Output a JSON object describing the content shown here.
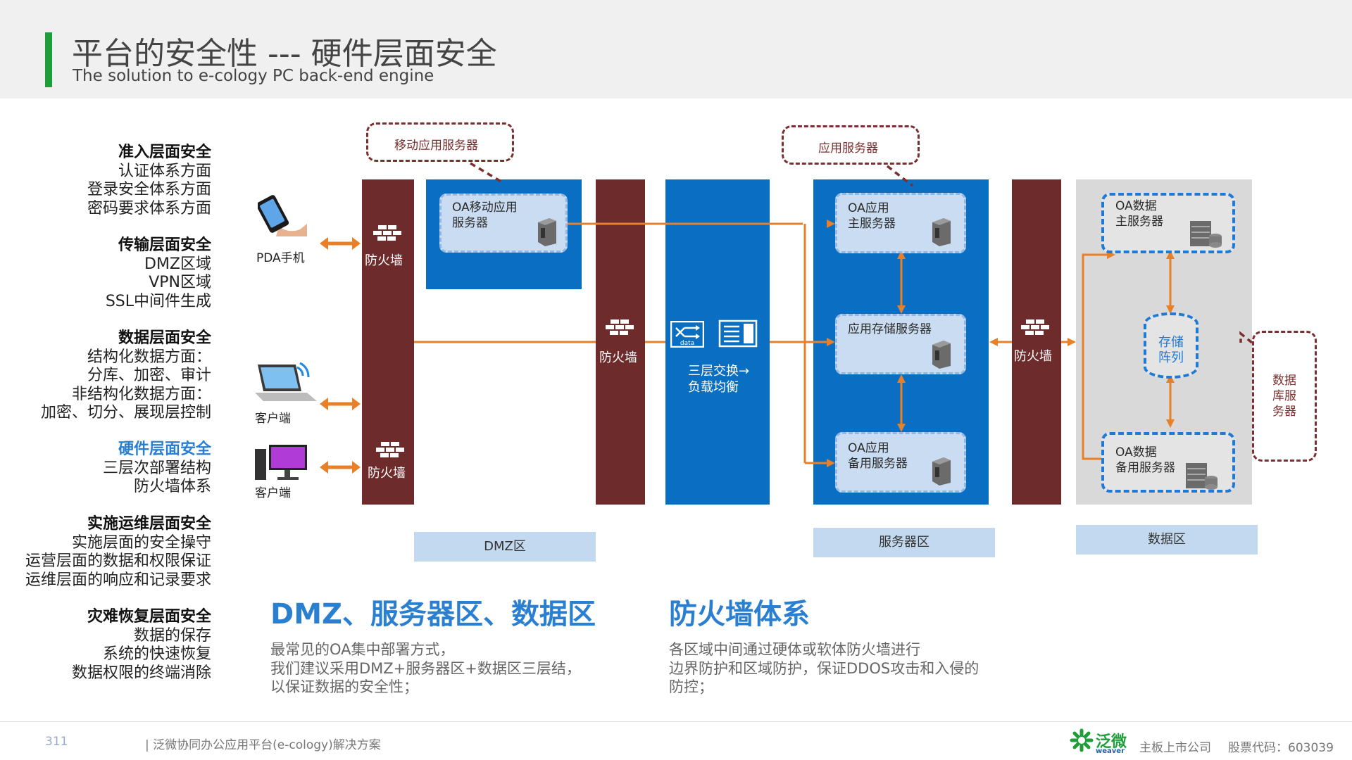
{
  "header": {
    "title": "平台的安全性  --- 硬件层面安全",
    "subtitle": "The solution to e-cology PC back-end engine"
  },
  "categories": [
    {
      "heading": "准入层面安全",
      "items": [
        "认证体系方面",
        "登录安全体系方面",
        "密码要求体系方面"
      ]
    },
    {
      "heading": "传输层面安全",
      "items": [
        "DMZ区域",
        "VPN区域",
        "SSL中间件生成"
      ]
    },
    {
      "heading": "数据层面安全",
      "items": [
        "结构化数据方面：",
        "分库、加密、审计",
        "非结构化数据方面：",
        "加密、切分、展现层控制"
      ]
    },
    {
      "heading": "硬件层面安全",
      "items": [
        "三层次部署结构",
        "防火墙体系"
      ]
    },
    {
      "heading": "实施运维层面安全",
      "items": [
        "实施层面的安全操守",
        "运营层面的数据和权限保证",
        "运维层面的响应和记录要求"
      ]
    },
    {
      "heading": "灾难恢复层面安全",
      "items": [
        "数据的保存",
        "系统的快速恢复",
        "数据权限的终端消除"
      ]
    }
  ],
  "devices": {
    "pda": "PDA手机",
    "client1": "客户端",
    "client2": "客户端"
  },
  "diagram": {
    "firewall": "防火墙",
    "callout_mobile": "移动应用服务器",
    "callout_app": "应用服务器",
    "callout_db": "数据库服务器",
    "oa_mobile_server": [
      "OA移动应用",
      "服务器"
    ],
    "switch_label": [
      "三层交换→",
      "负载均衡"
    ],
    "data_icon_text": "data",
    "oa_main_server": [
      "OA应用",
      "主服务器"
    ],
    "app_storage_server": "应用存储服务器",
    "oa_backup_server": [
      "OA应用",
      "备用服务器"
    ],
    "oa_db_main": [
      "OA数据",
      "主服务器"
    ],
    "storage_array": [
      "存储",
      "阵列"
    ],
    "oa_db_backup": [
      "OA数据",
      "备用服务器"
    ],
    "zones": [
      "DMZ区",
      "服务器区",
      "数据区"
    ],
    "colors": {
      "firewall": "#6e2b2b",
      "zone_blue": "#0a6fc2",
      "arrow": "#e8802a",
      "callout": "#7a3030"
    }
  },
  "bottom": {
    "left_heading": "DMZ、服务器区、数据区",
    "left_lines": [
      "最常见的OA集中部署方式，",
      "我们建议采用DMZ+服务器区+数据区三层结，",
      "以保证数据的安全性；"
    ],
    "right_heading": "防火墙体系",
    "right_lines": [
      "各区域中间通过硬体或软体防火墙进行",
      "边界防护和区域防护，保证DDOS攻击和入侵的",
      "防控；"
    ]
  },
  "footer": {
    "page_number": "311",
    "doc_title": "| 泛微协同办公应用平台(e-cology)解决方案",
    "brand_cn": "泛微",
    "brand_en": "weaver",
    "company": "主板上市公司",
    "stock": "股票代码：603039"
  }
}
